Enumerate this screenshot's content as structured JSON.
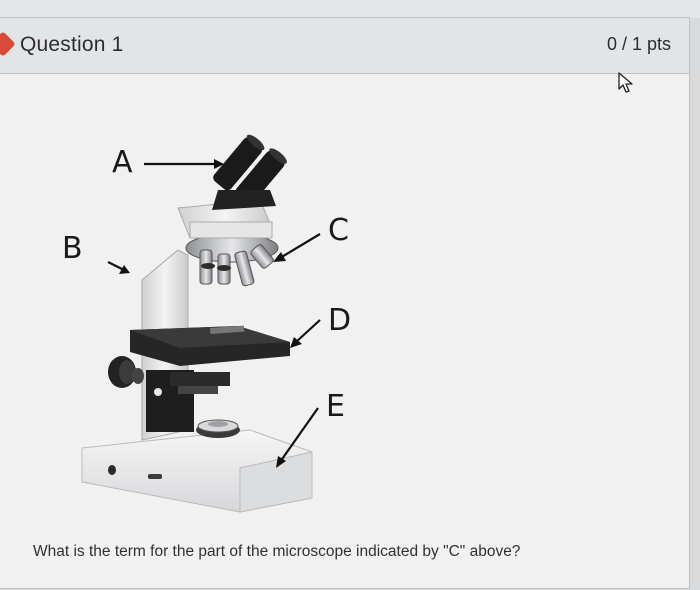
{
  "question": {
    "title": "Question 1",
    "points": "0 / 1 pts",
    "prompt": "What is the term for the part of the microscope indicated by \"C\" above?"
  },
  "figure": {
    "labels": {
      "a": "A",
      "b": "B",
      "c": "C",
      "d": "D",
      "e": "E"
    }
  },
  "icons": {
    "flag": "flag-icon",
    "cursor": "mouse-pointer-icon"
  },
  "colors": {
    "flag": "#d84a3a",
    "header_bg": "#e3e4e6",
    "card_bg": "#f1f1f1"
  }
}
